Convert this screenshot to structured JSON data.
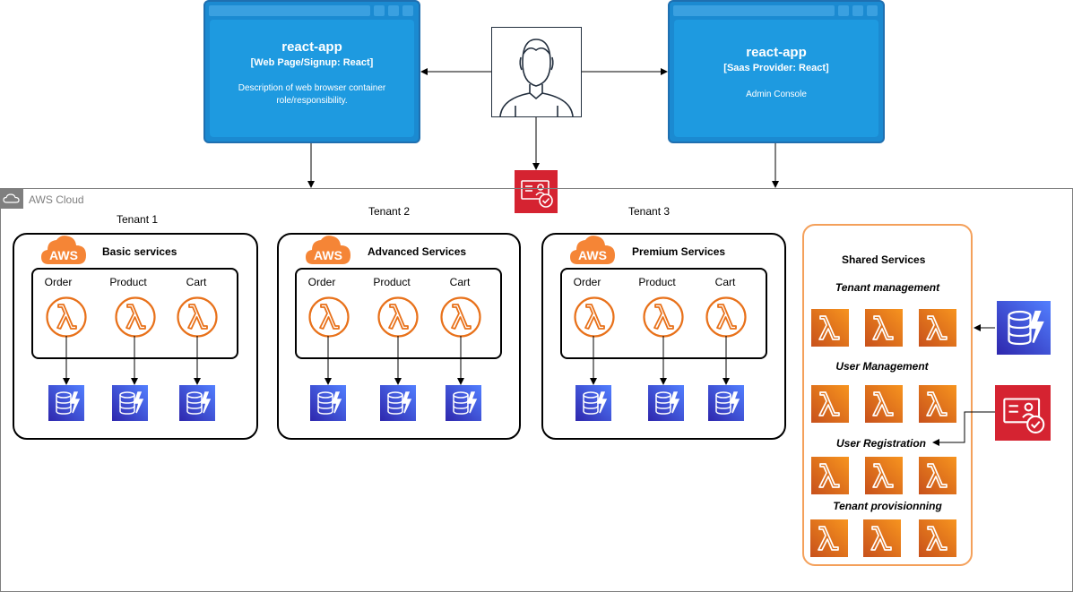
{
  "browsers": {
    "left": {
      "title": "react-app",
      "subtitle": "[Web Page/Signup: React]",
      "description": "Description of web browser container role/responsibility."
    },
    "right": {
      "title": "react-app",
      "subtitle": "[Saas Provider: React]",
      "description": "Admin Console"
    }
  },
  "cloud": {
    "label": "AWS Cloud"
  },
  "tenants": [
    {
      "label": "Tenant 1",
      "service": "Basic services",
      "functions": [
        "Order",
        "Product",
        "Cart"
      ]
    },
    {
      "label": "Tenant 2",
      "service": "Advanced Services",
      "functions": [
        "Order",
        "Product",
        "Cart"
      ]
    },
    {
      "label": "Tenant 3",
      "service": "Premium Services",
      "functions": [
        "Order",
        "Product",
        "Cart"
      ]
    }
  ],
  "aws_logo_text": "AWS",
  "shared": {
    "title": "Shared Services",
    "sections": [
      "Tenant management",
      "User Management",
      "User Registration",
      "Tenant provisionning"
    ]
  },
  "colors": {
    "browser": "#1b8ad1",
    "lambda": "#e8711a",
    "dynamo": "#3b4fd9",
    "cognito": "#d52331",
    "aws_orange": "#f58536",
    "shared_border": "#f4a05a"
  },
  "icons": [
    "user-icon",
    "lambda-icon",
    "dynamodb-icon",
    "cognito-icon",
    "aws-logo-icon",
    "cloud-icon"
  ]
}
